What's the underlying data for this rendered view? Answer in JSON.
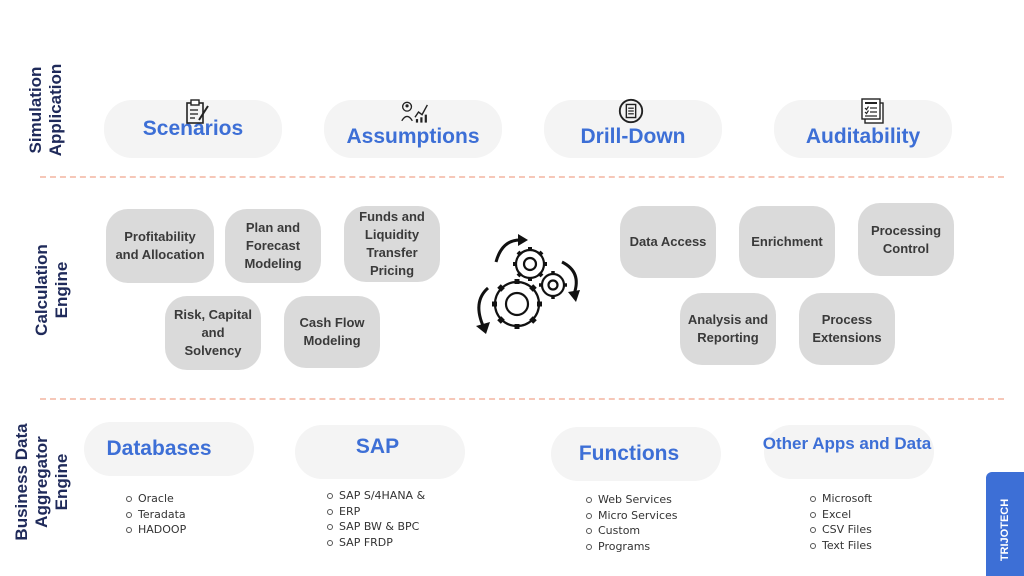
{
  "rows": {
    "simulation": {
      "label_line1": "Simulation",
      "label_line2": "Application"
    },
    "calculation": {
      "label_line1": "Calculation",
      "label_line2": "Engine"
    },
    "aggregator": {
      "label_line1": "Business Data",
      "label_line2": "Aggregator",
      "label_line3": "Engine"
    }
  },
  "simulation_items": [
    {
      "title": "Scenarios",
      "icon": "clipboard-pen-icon"
    },
    {
      "title": "Assumptions",
      "icon": "analytics-person-icon"
    },
    {
      "title": "Drill-Down",
      "icon": "list-circle-icon"
    },
    {
      "title": "Auditability",
      "icon": "audit-document-icon"
    }
  ],
  "calculation_left": [
    {
      "lines": [
        "Profitability",
        "and Allocation"
      ]
    },
    {
      "lines": [
        "Plan and",
        "Forecast",
        "Modeling"
      ]
    },
    {
      "lines": [
        "Funds and",
        "Liquidity",
        "Transfer",
        "Pricing"
      ]
    },
    {
      "lines": [
        "Risk, Capital",
        "and",
        "Solvency"
      ]
    },
    {
      "lines": [
        "Cash Flow",
        "Modeling"
      ]
    }
  ],
  "calculation_center_icon": "gears-cycle-icon",
  "calculation_right": [
    {
      "lines": [
        "Data Access"
      ]
    },
    {
      "lines": [
        "Enrichment"
      ]
    },
    {
      "lines": [
        "Processing",
        "Control"
      ]
    },
    {
      "lines": [
        "Analysis and",
        "Reporting"
      ]
    },
    {
      "lines": [
        "Process",
        "Extensions"
      ]
    }
  ],
  "aggregator_sources": [
    {
      "title": "Databases",
      "items": [
        "Oracle",
        "Teradata",
        "HADOOP"
      ]
    },
    {
      "title": "SAP",
      "items": [
        "SAP S/4HANA &",
        "ERP",
        "SAP BW & BPC",
        "SAP FRDP"
      ]
    },
    {
      "title": "Functions",
      "items": [
        "Web Services",
        "Micro Services",
        "Custom",
        "Programs"
      ]
    },
    {
      "title": "Other Apps and Data",
      "items": [
        "Microsoft",
        "Excel",
        "CSV Files",
        "Text Files"
      ]
    }
  ],
  "brand": {
    "text": "TRIJOTECH"
  },
  "colors": {
    "accent": "#3d6fd6",
    "label": "#1f2a5a",
    "box": "#dadada",
    "pill": "#f4f4f4",
    "divider": "#f6c7b8"
  }
}
